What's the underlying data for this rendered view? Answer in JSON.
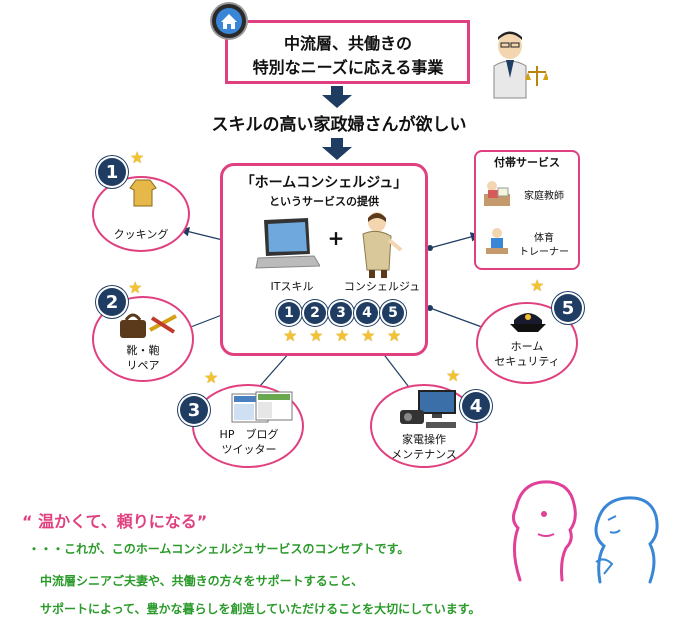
{
  "header": {
    "line1": "中流層、共働きの",
    "line2": "特別なニーズに応える事業"
  },
  "subheading": "スキルの高い家政婦さんが欲しい",
  "center": {
    "title": "「ホームコンシェルジュ」",
    "subtitle": "というサービスの提供",
    "plus": "+",
    "it_label": "ITスキル",
    "concierge_label": "コンシェルジュ",
    "numbers": [
      "1",
      "2",
      "3",
      "4",
      "5"
    ]
  },
  "services": [
    {
      "num": "1",
      "label": "クッキング"
    },
    {
      "num": "2",
      "label_line1": "靴・鞄",
      "label_line2": "リペア"
    },
    {
      "num": "3",
      "label_line1": "HP　ブログ",
      "label_line2": "ツイッター"
    },
    {
      "num": "4",
      "label_line1": "家電操作",
      "label_line2": "メンテナンス"
    },
    {
      "num": "5",
      "label_line1": "ホーム",
      "label_line2": "セキュリティ"
    }
  ],
  "extras": {
    "title": "付帯サービス",
    "item1": "家庭教師",
    "item2_line1": "体育",
    "item2_line2": "トレーナー"
  },
  "concept": {
    "slogan": "“ 温かくて、頼りになる”",
    "line1": "・・・これが、このホームコンシェルジュサービスのコンセプトです。",
    "line2": "中流層シニアご夫妻や、共働きの方々をサポートすること、",
    "line3": "サポートによって、豊かな暮らしを創造していただけることを大切にしています。"
  },
  "colors": {
    "pink": "#e0407f",
    "navy": "#1f3d63",
    "star": "#f2c230",
    "green": "#2a9a2a",
    "slogan": "#e0407f"
  }
}
